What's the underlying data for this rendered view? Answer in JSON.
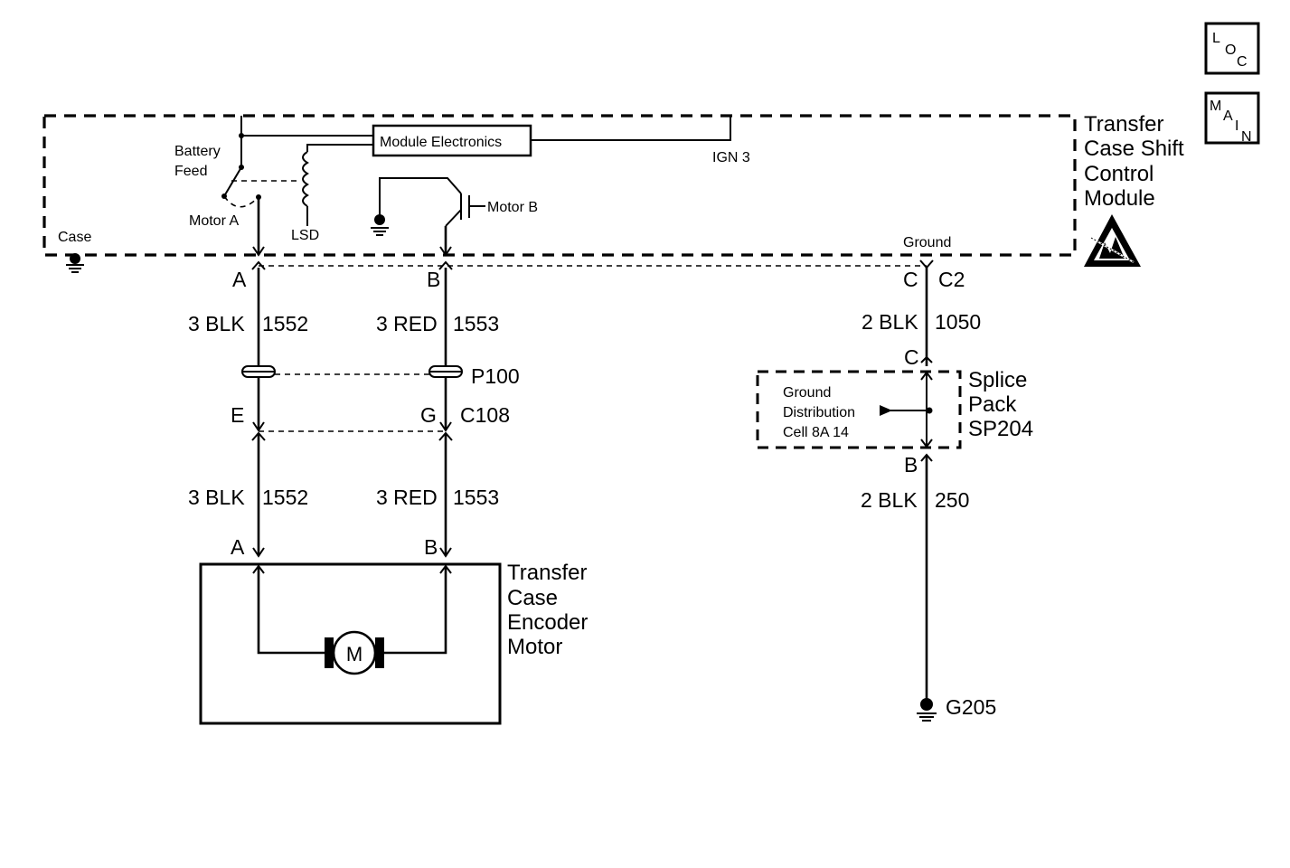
{
  "nav": {
    "loc": {
      "l": "L",
      "o": "O",
      "c": "C"
    },
    "main": {
      "m": "M",
      "a": "A",
      "i": "I",
      "n": "N"
    }
  },
  "module": {
    "title_lines": [
      "Transfer",
      "Case Shift",
      "Control",
      "Module"
    ],
    "electronics": "Module Electronics",
    "battery_feed_lines": [
      "Battery",
      "Feed"
    ],
    "ign": "IGN 3",
    "motor_a": "Motor A",
    "motor_b": "Motor B",
    "lsd": "LSD",
    "case": "Case",
    "ground": "Ground"
  },
  "connectors": {
    "pin_a_top": "A",
    "pin_b_top": "B",
    "pin_c_top": "C",
    "c2": "C2",
    "p100": "P100",
    "pin_e": "E",
    "pin_g": "G",
    "c108": "C108",
    "pin_a_bottom": "A",
    "pin_b_bottom": "B",
    "sp_c": "C",
    "sp_b": "B"
  },
  "wires": {
    "w1_top_size": "3 BLK",
    "w1_top_circuit": "1552",
    "w2_top_size": "3 RED",
    "w2_top_circuit": "1553",
    "w1_bot_size": "3 BLK",
    "w1_bot_circuit": "1552",
    "w2_bot_size": "3 RED",
    "w2_bot_circuit": "1553",
    "g1_size": "2 BLK",
    "g1_circuit": "1050",
    "g2_size": "2 BLK",
    "g2_circuit": "250"
  },
  "splice": {
    "title_lines": [
      "Splice",
      "Pack",
      "SP204"
    ],
    "info_lines": [
      "Ground",
      "Distribution",
      "Cell 8A 14"
    ]
  },
  "motor": {
    "title_lines": [
      "Transfer",
      "Case",
      "Encoder",
      "Motor"
    ],
    "symbol": "M"
  },
  "ground_label": "G205"
}
